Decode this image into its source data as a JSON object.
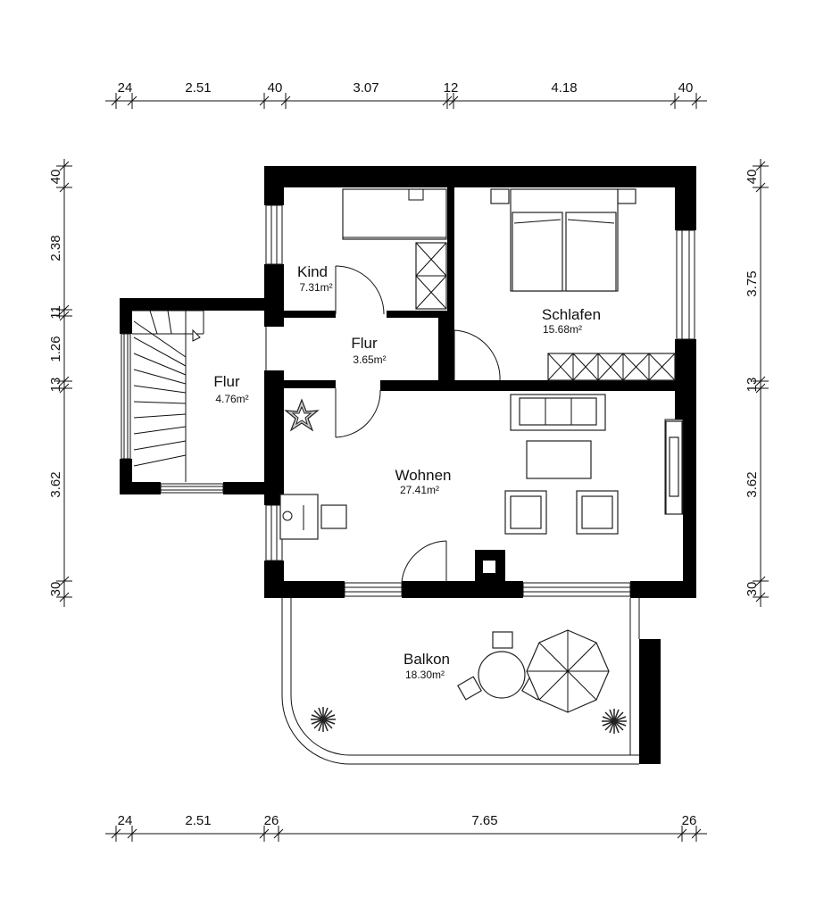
{
  "plan": {
    "dimensions_top": [
      "24",
      "2.51",
      "40",
      "3.07",
      "12",
      "4.18",
      "40"
    ],
    "dimensions_bottom": [
      "24",
      "2.51",
      "26",
      "7.65",
      "26"
    ],
    "dimensions_left": [
      "40",
      "2.38",
      "11",
      "1.26",
      "13",
      "3.62",
      "30"
    ],
    "dimensions_right": [
      "40",
      "3.75",
      "13",
      "3.62",
      "30"
    ],
    "rooms": {
      "kind": {
        "name": "Kind",
        "area": "7.31m²"
      },
      "schlafen": {
        "name": "Schlafen",
        "area": "15.68m²"
      },
      "flur_center": {
        "name": "Flur",
        "area": "3.65m²"
      },
      "flur_left": {
        "name": "Flur",
        "area": "4.76m²"
      },
      "wohnen": {
        "name": "Wohnen",
        "area": "27.41m²"
      },
      "balkon": {
        "name": "Balkon",
        "area": "18.30m²"
      }
    }
  }
}
